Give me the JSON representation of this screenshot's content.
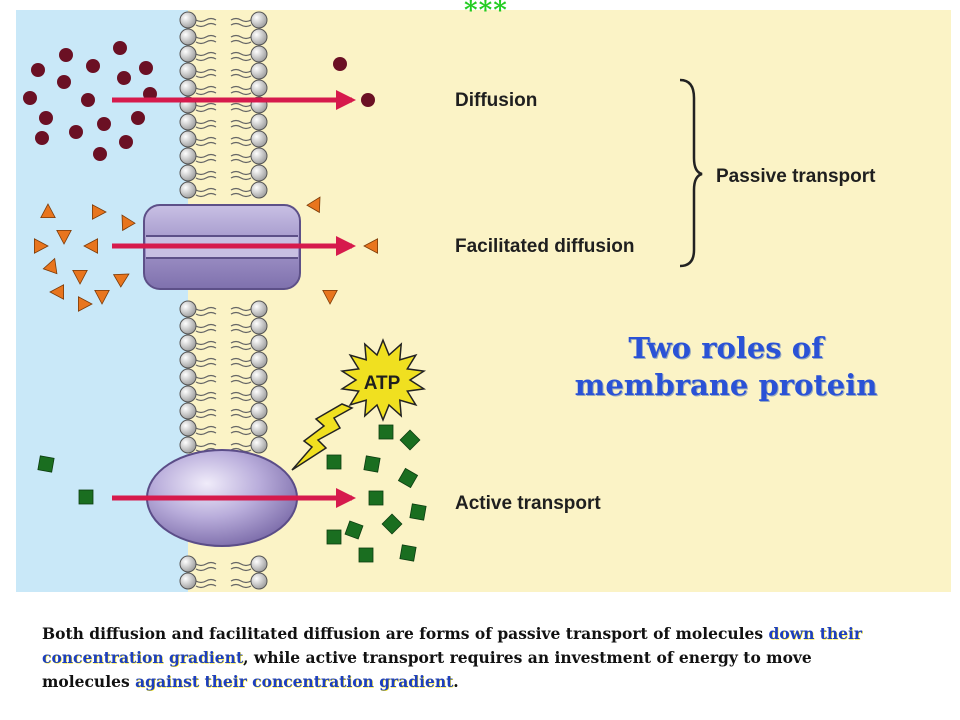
{
  "header": {
    "stars": "***"
  },
  "labels": {
    "diffusion": "Diffusion",
    "facilitated": "Facilitated diffusion",
    "passive": "Passive transport",
    "active": "Active transport",
    "atp": "ATP"
  },
  "title": {
    "line1": "Two roles of",
    "line2": "membrane protein"
  },
  "caption": {
    "part1": "Both diffusion and facilitated diffusion are forms of passive transport of molecules ",
    "highlight1": "down their concentration gradient",
    "part2": ", while active transport requires an investment of energy to move molecules ",
    "highlight2": "against their concentration gradient",
    "part3": "."
  },
  "colors": {
    "outside": "#c9e8f8",
    "inside": "#fbf3c6",
    "arrow": "#d61a4c",
    "molecule_dark": "#6b1024",
    "molecule_triangle": "#e8751e",
    "molecule_square": "#1a6e20",
    "channel_protein": "#a59bc8",
    "pump_protein": "#b6a9d8",
    "atp_burst": "#f0e020",
    "title": "#2a52d6",
    "highlight_text": "#1d3fbf"
  }
}
